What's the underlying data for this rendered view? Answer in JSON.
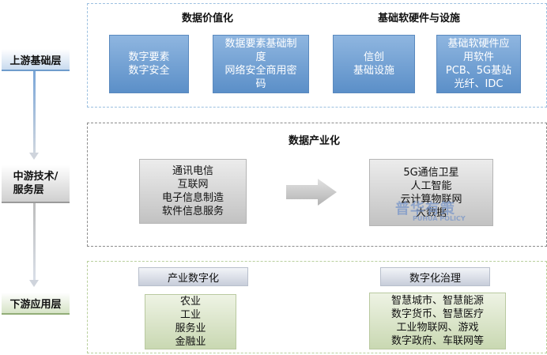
{
  "layers": {
    "upstream": "上游基础层",
    "midstream_line1": "中游技术/",
    "midstream_line2": "服务层",
    "downstream": "下游应用层"
  },
  "upstream": {
    "group1_title": "数据价值化",
    "group2_title": "基础软硬件与设施",
    "box1": [
      "数字要素",
      "数字安全"
    ],
    "box2": [
      "数据要素基础制",
      "度",
      "网络安全商用密",
      "码"
    ],
    "box3": [
      "信创",
      "基础设施"
    ],
    "box4": [
      "基础软硬件应",
      "用软件",
      "PCB、5G基站",
      "光纤、IDC"
    ]
  },
  "midstream": {
    "title": "数据产业化",
    "left_box": [
      "通讯电信",
      "互联网",
      "电子信息制造",
      "软件信息服务"
    ],
    "right_box": [
      "5G通信卫星",
      "人工智能",
      "云计算物联网",
      "大数据"
    ]
  },
  "downstream": {
    "tag1": "产业数字化",
    "tag2": "数字化治理",
    "left_box": [
      "农业",
      "工业",
      "服务业",
      "金融业"
    ],
    "right_box": [
      "智慧城市、智慧能源",
      "数字货币、智慧医疗",
      "工业物联网、游戏",
      "数字政府、车联网等"
    ]
  },
  "watermark": {
    "big": "普华有策",
    "small": "PUHUA POLICY"
  },
  "colors": {
    "upstream_box": "#6f9fd3",
    "midstream_box": "#d4d4d4",
    "downstream_box": "#dbe5cc",
    "upstream_border": "#9cc0e0",
    "downstream_border": "#b9cf9d"
  }
}
